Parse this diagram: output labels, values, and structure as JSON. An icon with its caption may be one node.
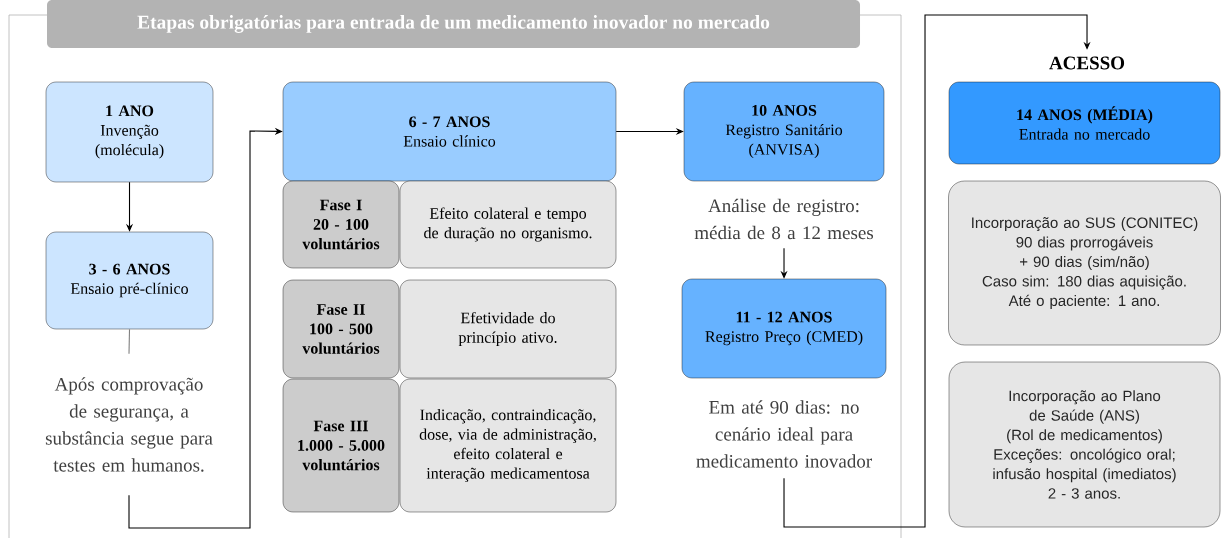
{
  "diagram": {
    "title": "Etapas obrigatórias para entrada de um medicamento inovador no mercado",
    "nodes": [
      {
        "text": [
          "1 ANO",
          "Invenção (molécula)"
        ]
      },
      {
        "text": [
          "3 - 6 ANOS",
          "Ensaio pré-clínico"
        ]
      },
      {
        "text": [
          "Após comprovação de segurança, a substância segue para testes em humanos."
        ]
      },
      {
        "text": [
          "6 - 7 ANOS",
          "Ensaio clínico"
        ]
      },
      {
        "text": [
          "Fase I",
          "20 - 100 voluntários"
        ]
      },
      {
        "text": [
          "Efeito colateral e tempo de duração no organismo."
        ]
      },
      {
        "text": [
          "Fase II",
          "100 - 500 voluntários"
        ]
      },
      {
        "text": [
          "Efetividade do princípio ativo."
        ]
      },
      {
        "text": [
          "Fase III",
          "1.000 - 5.000 voluntários"
        ]
      },
      {
        "text": [
          "Indicação, contraindicação, dose, via de administração, efeito colateral e interação medicamentosa"
        ]
      },
      {
        "text": [
          "10 ANOS",
          "Registro Sanitário (ANVISA)"
        ],
        "beside": [
          "Análise de registro: média de 8 a 12 meses"
        ]
      },
      {
        "text": [
          "11 - 12 ANOS",
          "Registro Preço (CMED)"
        ],
        "beside": [
          "Em até 90 dias: no cenário ideal para medicamento inovador"
        ]
      },
      {
        "text": [
          "ACESSO"
        ]
      },
      {
        "text": [
          "14 ANOS (MÉDIA)",
          "Entrada no mercado"
        ]
      },
      {
        "text": [
          "Incorporação ao SUS (CONITEC)",
          "90 dias prorrogáveis + 90 dias (sim/não)",
          "Caso sim: 180 dias aquisição.",
          "Até o paciente: 1 ano."
        ]
      },
      {
        "text": [
          "Incorporação ao Plano de Saúde (ANS)",
          "(Rol de medicamentos)",
          "Exceções: oncológico oral; infusão hospital (imediatos)",
          "2 - 3 anos."
        ]
      }
    ],
    "edges": [
      {
        "from": 0,
        "to": 1,
        "arrow": "to"
      },
      {
        "from": 1,
        "to": 2,
        "arrow": "none",
        "color": "#808080"
      },
      {
        "from": 2,
        "to": 3,
        "arrow": "to"
      },
      {
        "from": 3,
        "to": 10,
        "arrow": "to"
      },
      {
        "from": 10,
        "to": 11,
        "arrow": "to"
      },
      {
        "from": 11,
        "to": 12,
        "arrow": "to"
      }
    ]
  }
}
